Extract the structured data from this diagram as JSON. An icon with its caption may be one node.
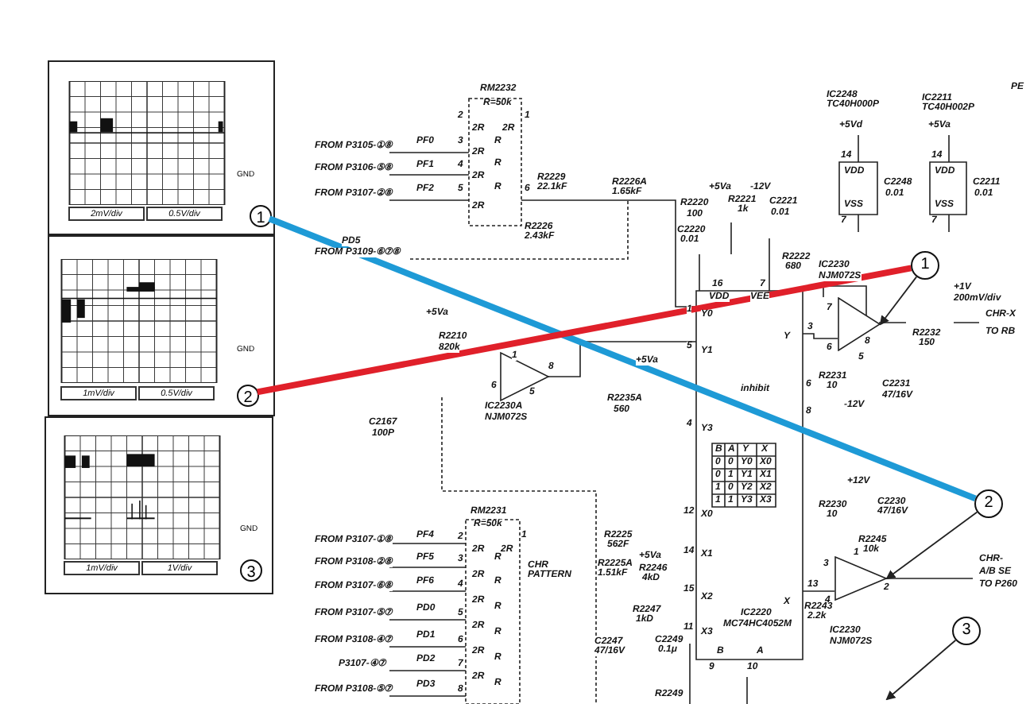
{
  "diagram": {
    "nodes": [
      {
        "text": [
          "GND",
          "2mV/div",
          "0.5V/div"
        ]
      },
      {
        "text": [
          "1"
        ],
        "in": 0
      },
      {
        "text": [
          "GND",
          "1mV/div",
          "0.5V/div"
        ]
      },
      {
        "text": [
          "2"
        ],
        "in": 2
      },
      {
        "text": [
          "GND",
          "1mV/div",
          "1V/div"
        ]
      },
      {
        "text": [
          "3"
        ],
        "in": 4
      },
      {
        "text": [
          "1"
        ]
      },
      {
        "text": [
          "2"
        ]
      },
      {
        "text": [
          "3"
        ]
      },
      {
        "text": [],
        "shape": "triangle"
      },
      {
        "text": [],
        "shape": "triangle"
      }
    ],
    "edges": [
      {
        "from": 1,
        "to": 7,
        "arrow": "none",
        "style": "thick",
        "color": "#1e9ad6"
      },
      {
        "from": 3,
        "to": 6,
        "arrow": "none",
        "style": "thick",
        "color": "#e0202a"
      },
      {
        "from": 6,
        "to": 9,
        "arrow": "to"
      },
      {
        "from": 7,
        "to": 10,
        "arrow": "to"
      },
      {
        "from": 8,
        "to": null,
        "arrow": "to"
      }
    ],
    "labels": [
      "PE",
      "IC2248",
      "TC40H000P",
      "IC2211",
      "TC40H002P",
      "+5Vd",
      "+5Va",
      "14",
      "VDD",
      "VSS",
      "7",
      "C2248",
      "0.01",
      "14",
      "VDD",
      "VSS",
      "7",
      "C2211",
      "0.01",
      "RM2232",
      "R=50k",
      "2",
      "1",
      "FROM P3105-①⑧",
      "PF0",
      "3",
      "FROM P3106-⑤⑧",
      "PF1",
      "4",
      "FROM P3107-②⑧",
      "PF2",
      "5",
      "6",
      "2R",
      "2R",
      "R",
      "2R",
      "R",
      "2R",
      "R",
      "2R",
      "R2229",
      "22.1kF",
      "R2226A",
      "1.65kF",
      "R2226",
      "2.43kF",
      "PD5",
      "FROM P3109-⑥⑦⑧",
      "R2220",
      "100",
      "+5Va",
      "-12V",
      "R2221",
      "1k",
      "C2221",
      "0.01",
      "C2220",
      "0.01",
      "R2222",
      "680",
      "16",
      "7",
      "VDD",
      "VEE",
      "1",
      "Y0",
      "Y",
      "3",
      "5",
      "Y1",
      "IC2230",
      "NJM072S",
      "7",
      "6",
      "5",
      "8",
      "+1V",
      "200mV/div",
      "R2232",
      "150",
      "CHR-X",
      "TO RB",
      "+5Va",
      "R2210",
      "820k",
      "1",
      "8",
      "6",
      "5",
      "+5Va",
      "IC2230A",
      "NJM072S",
      "C2167",
      "100P",
      "R2235A",
      "560",
      "R2231",
      "10",
      "C2231",
      "47/16V",
      "-12V",
      "inhibit",
      "6",
      "8",
      "4",
      "Y3",
      "B",
      "A",
      "Y",
      "X",
      "0",
      "0",
      "Y0",
      "X0",
      "0",
      "1",
      "Y1",
      "X1",
      "1",
      "0",
      "Y2",
      "X2",
      "1",
      "1",
      "Y3",
      "X3",
      "+12V",
      "R2230",
      "10",
      "C2230",
      "47/16V",
      "R2245",
      "10k",
      "3",
      "1",
      "2",
      "4",
      "CHR-",
      "A/B SE",
      "TO P260",
      "12",
      "X0",
      "14",
      "X1",
      "15",
      "X2",
      "11",
      "X3",
      "X",
      "13",
      "R2243",
      "2.2k",
      "IC2230",
      "NJM072S",
      "IC2220",
      "MC74HC4052M",
      "B",
      "A",
      "9",
      "10",
      "RM2231",
      "R=50k",
      "FROM P3107-①⑧",
      "PF4",
      "2",
      "1",
      "FROM P3108-②⑧",
      "PF5",
      "3",
      "CHR PATTERN",
      "FROM P3107-⑥⑧",
      "PF6",
      "4",
      "FROM P3107-⑤⑦",
      "PD0",
      "5",
      "FROM P3108-④⑦",
      "PD1",
      "6",
      "P3107-④⑦",
      "PD2",
      "7",
      "FROM P3108-⑤⑦",
      "PD3",
      "8",
      "2R",
      "2R",
      "R",
      "2R",
      "R",
      "2R",
      "R",
      "2R",
      "R",
      "2R",
      "R",
      "2R",
      "R",
      "R2225",
      "562F",
      "R2225A",
      "1.51kF",
      "+5Va",
      "R2246",
      "4kD",
      "R2247",
      "1kD",
      "C2247",
      "47/16V",
      "C2249",
      "0.1μ",
      "R2249"
    ]
  }
}
